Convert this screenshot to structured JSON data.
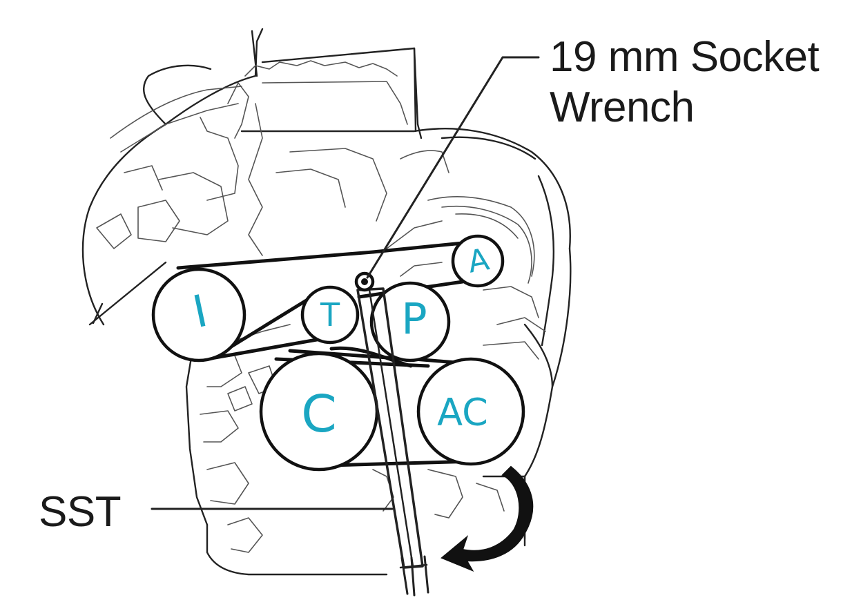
{
  "callouts": {
    "socket_wrench": "19 mm Socket\nWrench",
    "sst": "SST"
  },
  "pulleys": [
    {
      "id": "I",
      "label": "I"
    },
    {
      "id": "T",
      "label": "T"
    },
    {
      "id": "P",
      "label": "P"
    },
    {
      "id": "A",
      "label": "A"
    },
    {
      "id": "C",
      "label": "C"
    },
    {
      "id": "AC",
      "label": "AC"
    }
  ],
  "colors": {
    "line_art": "#111111",
    "handwritten_labels": "#1aa6c2",
    "background": "#ffffff"
  },
  "icons": {
    "rotation_arrow": "curved-arrow-clockwise-icon"
  }
}
